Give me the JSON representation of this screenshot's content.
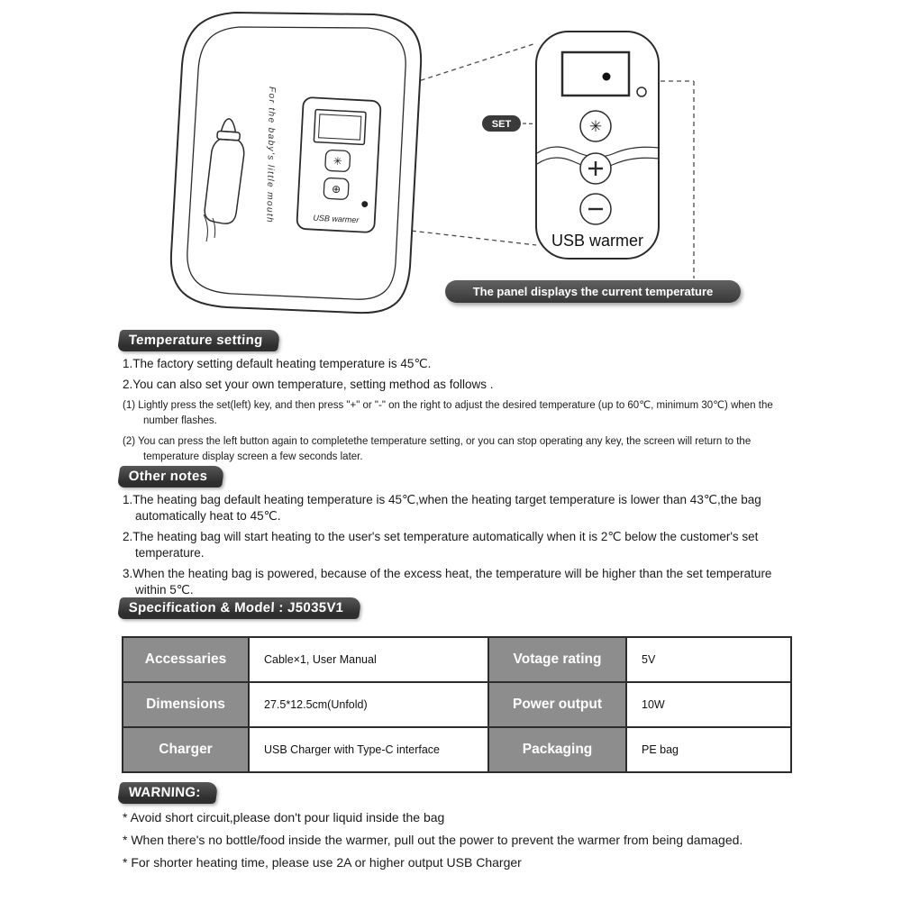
{
  "diagram": {
    "bag_text": "For the baby's little mouth",
    "bag_panel_label": "USB warmer",
    "bag_button1_glyph": "✳",
    "bag_button2_glyph": "⊕",
    "set_badge_label": "SET",
    "snowflake_glyph": "✳",
    "plus_icon": "+",
    "minus_icon": "−",
    "panel_label": "USB warmer",
    "callout_text": "The panel displays the current temperature"
  },
  "temperature_setting": {
    "title": "Temperature setting",
    "items": [
      "1.The factory setting default heating temperature is 45℃.",
      "2.You can also set your own temperature, setting method as follows ."
    ],
    "sub_items": [
      "(1) Lightly press the set(left) key, and then press \"+\" or \"-\" on the right to adjust the desired temperature (up to 60℃, minimum 30℃) when the number flashes.",
      "(2) You can press the left button again to completethe temperature setting, or you can stop operating any key, the screen will return to the temperature display screen a few seconds later."
    ]
  },
  "other_notes": {
    "title": "Other notes",
    "items": [
      "1.The heating bag default heating temperature is 45℃,when the heating target temperature is lower than 43℃,the bag automatically heat to 45℃.",
      "2.The heating bag will start heating to the user's set temperature automatically when it is 2℃ below the customer's set temperature.",
      "3.When the heating bag is powered, because of the excess heat, the temperature will be higher than the set temperature within 5℃."
    ]
  },
  "specification": {
    "title": "Specification & Model : J5035V1",
    "rows": [
      {
        "label1": "Accessaries",
        "value1": "Cable×1, User Manual",
        "label2": "Votage rating",
        "value2": "5V"
      },
      {
        "label1": "Dimensions",
        "value1": "27.5*12.5cm(Unfold)",
        "label2": "Power output",
        "value2": "10W"
      },
      {
        "label1": "Charger",
        "value1": "USB Charger with Type-C interface",
        "label2": "Packaging",
        "value2": "PE bag"
      }
    ]
  },
  "warning": {
    "title": "WARNING:",
    "items": [
      "* Avoid short circuit,please don't pour liquid inside the bag",
      "* When there's no bottle/food inside the warmer, pull out the power to prevent the warmer from being damaged.",
      "* For shorter heating time, please use 2A or higher output USB Charger"
    ]
  },
  "colors": {
    "section_bar": "#3a3a3a",
    "table_label_bg": "#8d8d8d",
    "callout_bg": "#4a4a4a",
    "line": "#2b2b2b"
  }
}
